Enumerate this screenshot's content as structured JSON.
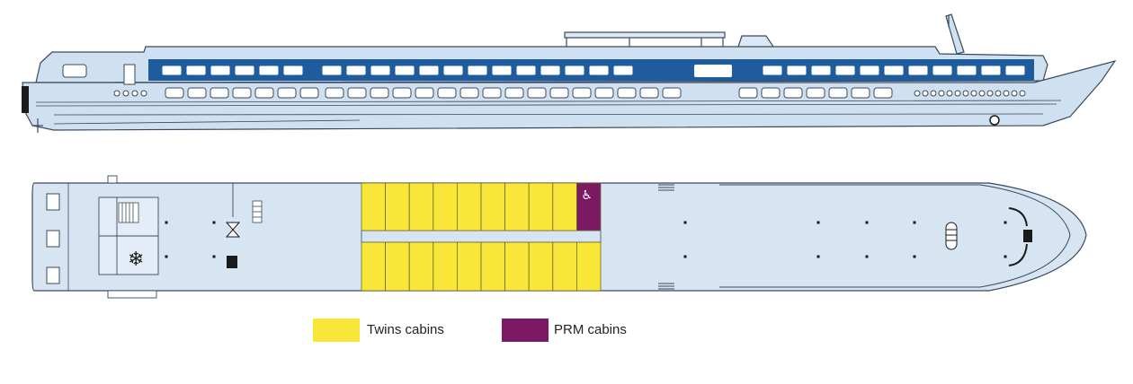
{
  "colors": {
    "hull": "#cfe0f1",
    "hull_light": "#dbe8f5",
    "outline": "#3a4a5c",
    "window_band": "#1e5c9e",
    "twin": "#f8e738",
    "prm": "#7b1a63",
    "deck": "#d7e5f3",
    "dark": "#1a1a1a"
  },
  "icons": {
    "prm_symbol": "wheelchair-icon",
    "freezer": "snowflake-icon"
  },
  "legend": [
    {
      "key": "twin",
      "label": "Twins cabins",
      "color": "#f8e738"
    },
    {
      "key": "prm",
      "label": "PRM cabins",
      "color": "#7b1a63"
    }
  ]
}
